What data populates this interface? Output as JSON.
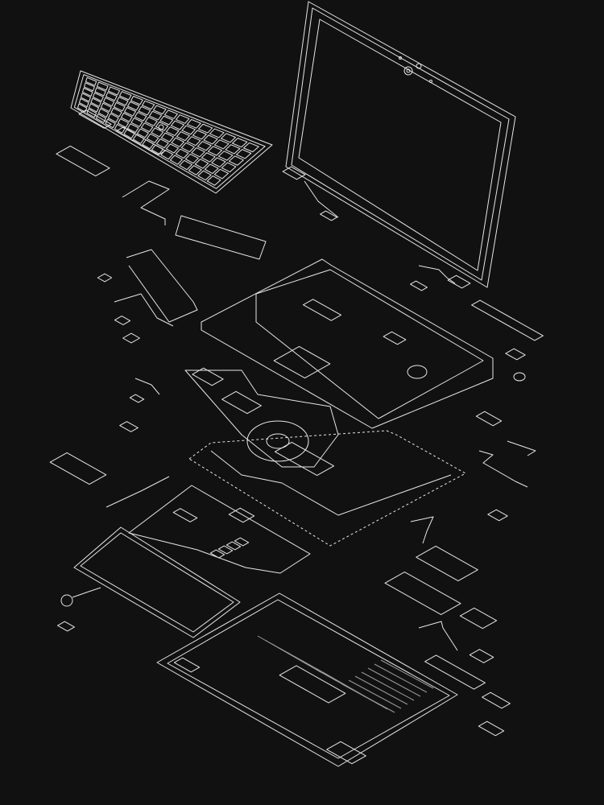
{
  "colors": {
    "background": "#111111",
    "line": "#e6e6e6",
    "hatch": "#9a9a9a"
  },
  "diagram": {
    "type": "exploded-view line drawing",
    "parts": [
      "display-assembly",
      "keyboard",
      "touchpad",
      "palm-rest",
      "cooling-fan",
      "heat-pipe",
      "system-board-frame",
      "system-board",
      "battery",
      "bottom-chassis",
      "cables",
      "brackets",
      "ssd",
      "wwan-card",
      "speakers",
      "coin-cell-battery",
      "hinges"
    ]
  }
}
